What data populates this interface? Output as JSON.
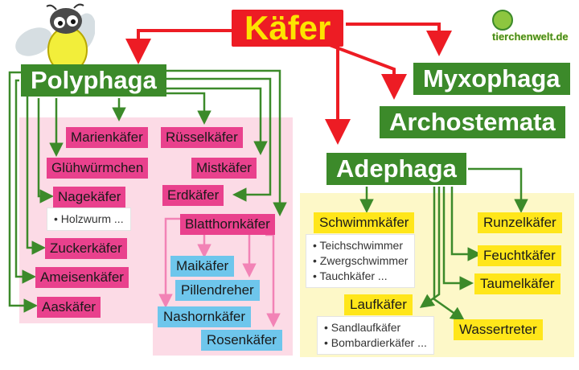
{
  "title": "Käfer",
  "watermark": "tierchenwelt.de",
  "groups": {
    "polyphaga": "Polyphaga",
    "myxophaga": "Myxophaga",
    "archostemata": "Archostemata",
    "adephaga": "Adephaga"
  },
  "polyphaga_families": {
    "marienkaefer": "Marienkäfer",
    "ruesselkaefer": "Rüsselkäfer",
    "gluehwuermchen": "Glühwürmchen",
    "mistkaefer": "Mistkäfer",
    "nagekaefer": "Nagekäfer",
    "erdkaefer": "Erdkäfer",
    "blatthornkaefer": "Blatthornkäfer",
    "zuckerkaefer": "Zuckerkäfer",
    "ameisenkaefer": "Ameisenkäfer",
    "aaskaefer": "Aaskäfer"
  },
  "nagekaefer_examples": [
    "Holzwurm ..."
  ],
  "blatthorn_subgroups": {
    "maikaefer": "Maikäfer",
    "pillendreher": "Pillendreher",
    "nashornkaefer": "Nashornkäfer",
    "rosenkaefer": "Rosenkäfer"
  },
  "adephaga_families": {
    "schwimmkaefer": "Schwimmkäfer",
    "runzelkaefer": "Runzelkäfer",
    "feuchtkaefer": "Feuchtkäfer",
    "taumelkaefer": "Taumelkäfer",
    "laufkaefer": "Laufkäfer",
    "wassertreter": "Wassertreter"
  },
  "schwimmkaefer_examples": [
    "Teichschwimmer",
    "Zwergschwimmer",
    "Tauchkäfer ..."
  ],
  "laufkaefer_examples": [
    "Sandlaufkäfer",
    "Bombardierkäfer ..."
  ],
  "colors": {
    "root_box": "#ed1c24",
    "root_text": "#fde400",
    "group_box": "#3c8a2a",
    "polyphaga_family": "#e9418d",
    "blatthorn_subgroup": "#6ec6ec",
    "adephaga_family": "#ffe61a",
    "root_arrow": "#ed1c24",
    "group_arrow": "#3c8a2a",
    "sub_arrow": "#f283b6",
    "polyphaga_area": "#fcdbe6",
    "adephaga_area": "#fdf8c8"
  },
  "icons": [
    "firefly-icon",
    "site-logo-icon"
  ]
}
